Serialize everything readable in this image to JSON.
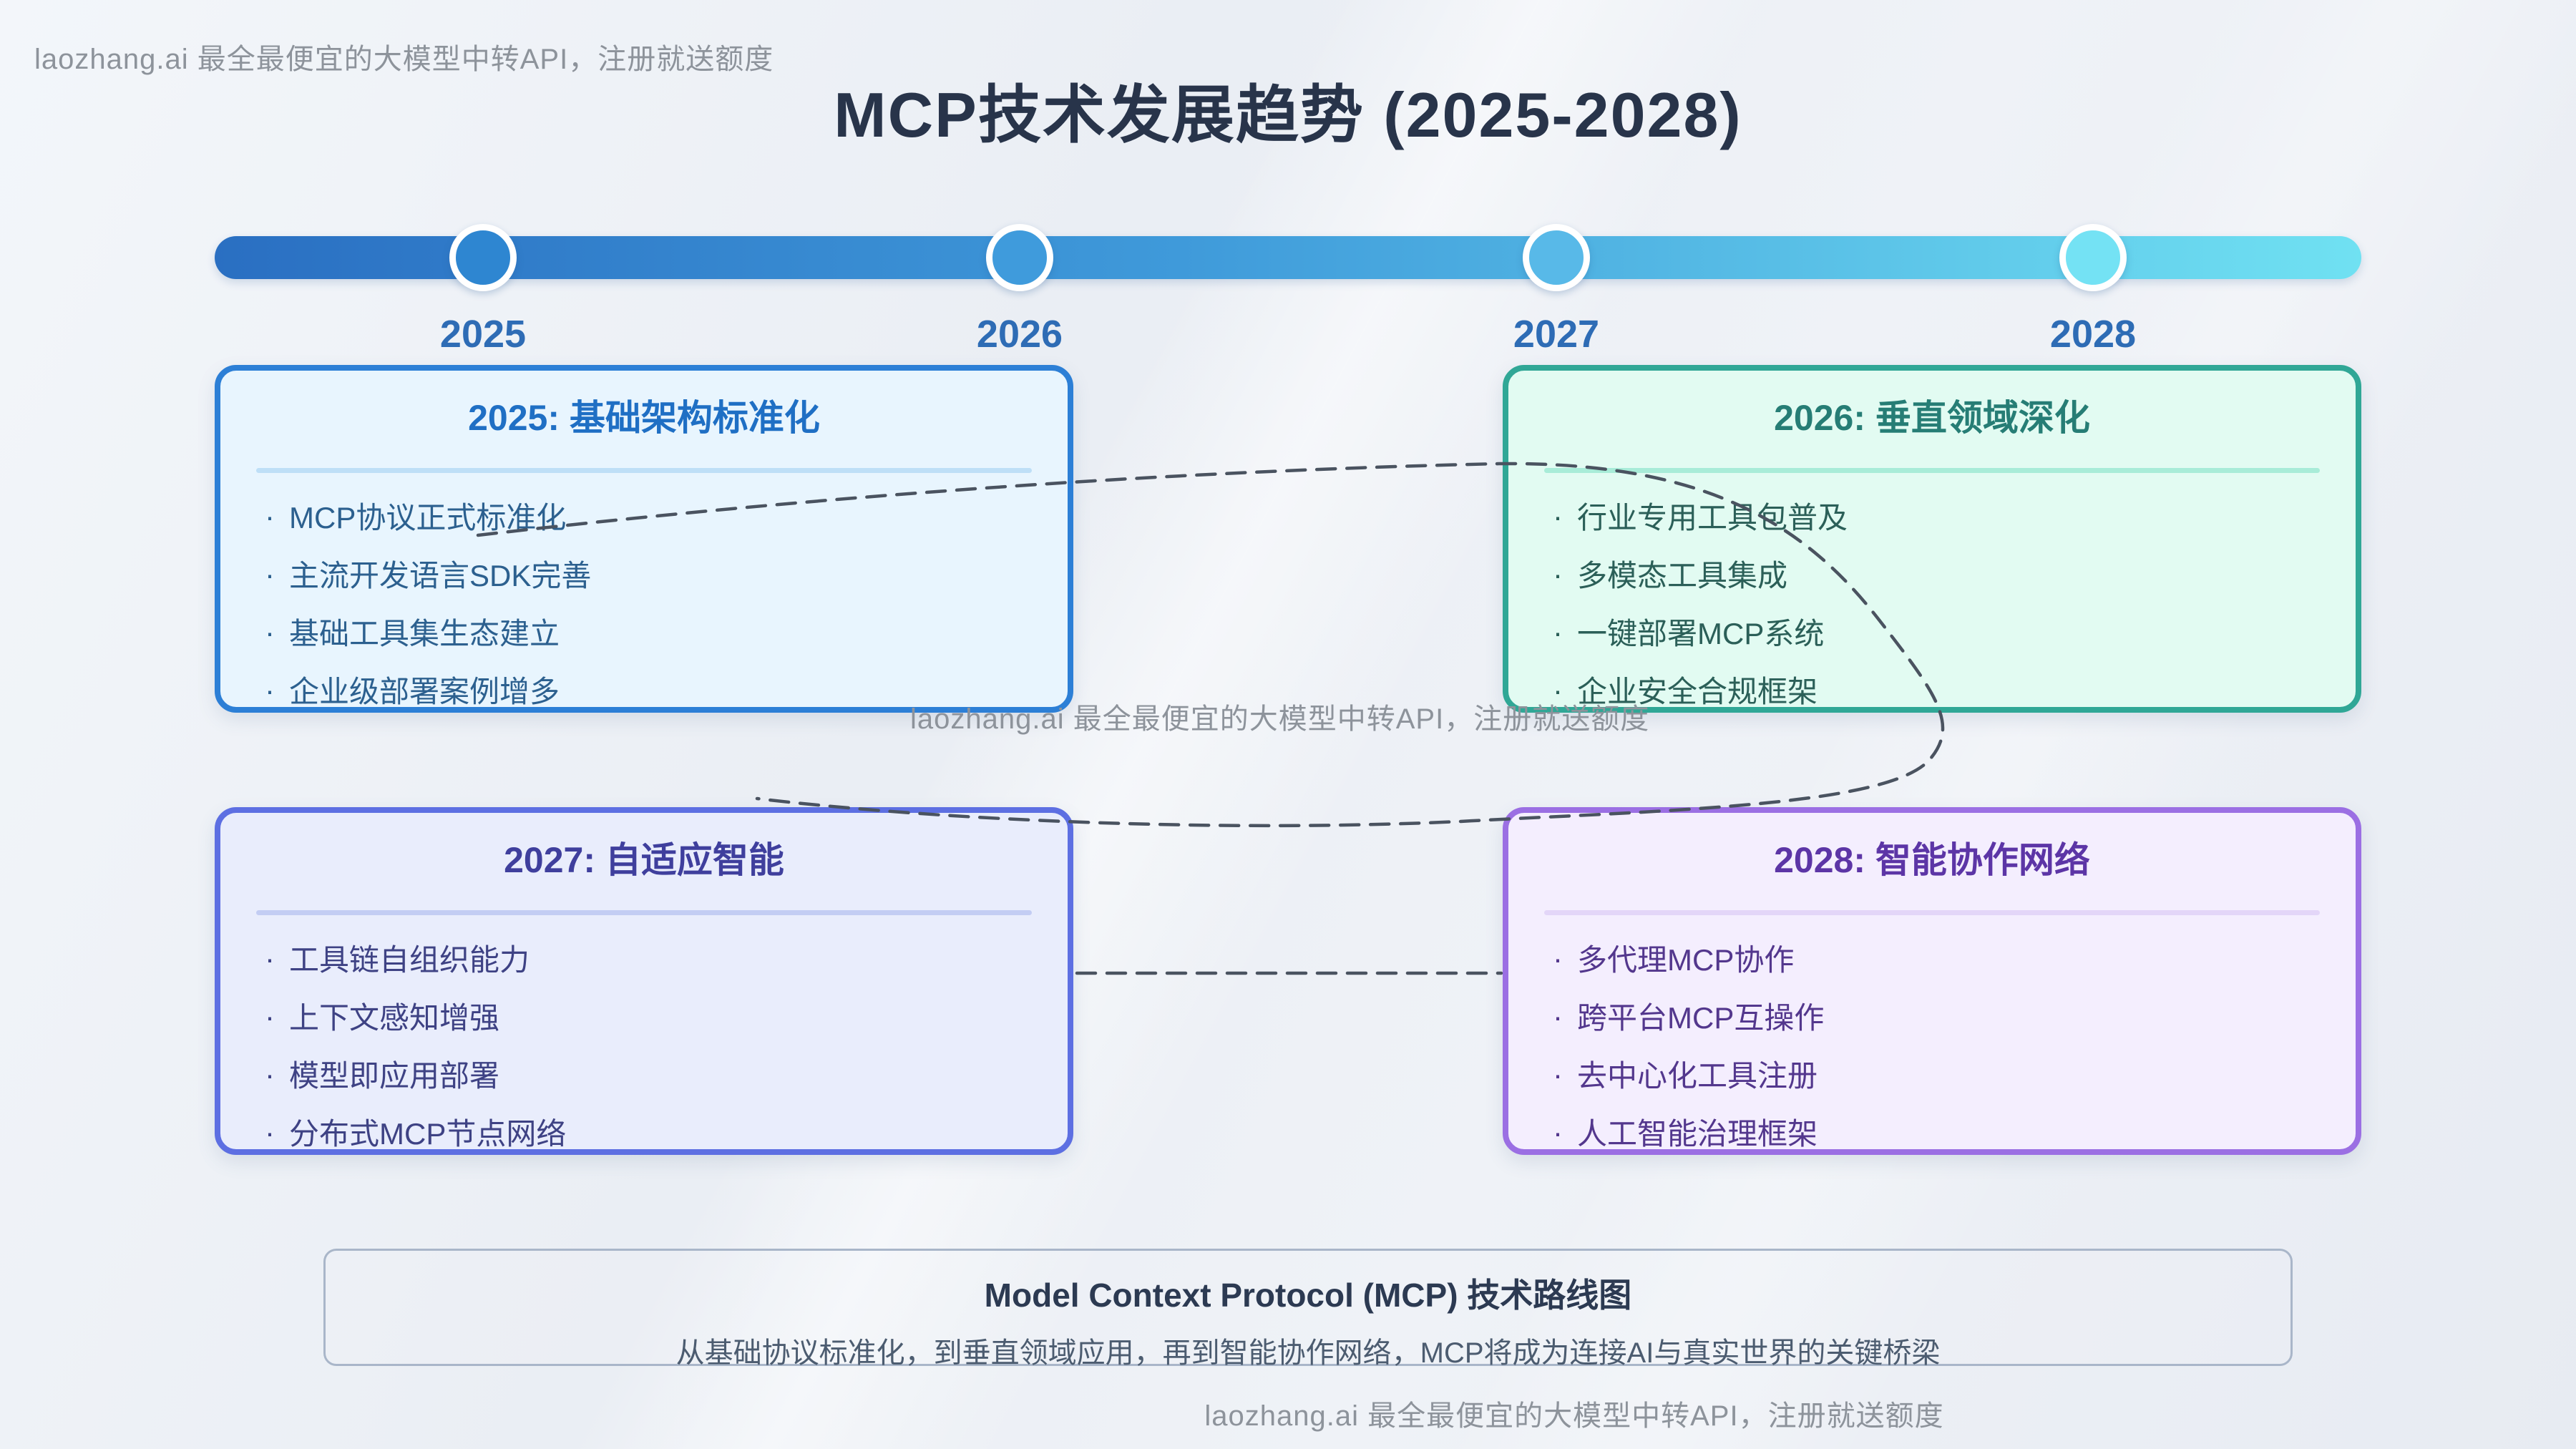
{
  "watermarks": {
    "text": "laozhang.ai 最全最便宜的大模型中转API，注册就送额度"
  },
  "header": {
    "title": "MCP技术发展趋势 (2025-2028)",
    "title_color": "#28344a"
  },
  "timeline": {
    "years": [
      "2025",
      "2026",
      "2027",
      "2028"
    ],
    "bar_gradient": [
      "#2a6fc2",
      "#3f9ada",
      "#70e1f2"
    ],
    "dot_colors": [
      "#2e86d1",
      "#3f9bdc",
      "#58b9e8",
      "#74e2f4"
    ],
    "year_label_color": "#2e6cb5"
  },
  "cards": [
    {
      "title": "2025: 基础架构标准化",
      "items": [
        "MCP协议正式标准化",
        "主流开发语言SDK完善",
        "基础工具集生态建立",
        "企业级部署案例增多"
      ],
      "colors": {
        "bg": "#e8f5fe",
        "border": "#2c7fd6",
        "title": "#1f6fc4",
        "divider": "#bedff7",
        "text": "#2c608f"
      }
    },
    {
      "title": "2026: 垂直领域深化",
      "items": [
        "行业专用工具包普及",
        "多模态工具集成",
        "一键部署MCP系统",
        "企业安全合规框架"
      ],
      "colors": {
        "bg": "#e2fbf2",
        "border": "#30a796",
        "title": "#267d75",
        "divider": "#a8ecd8",
        "text": "#2b5f58"
      }
    },
    {
      "title": "2027: 自适应智能",
      "items": [
        "工具链自组织能力",
        "上下文感知增强",
        "模型即应用部署",
        "分布式MCP节点网络"
      ],
      "colors": {
        "bg": "#e9edfc",
        "border": "#5d6fe2",
        "title": "#3f3f9d",
        "divider": "#c3cdf3",
        "text": "#3e4284"
      }
    },
    {
      "title": "2028: 智能协作网络",
      "items": [
        "多代理MCP协作",
        "跨平台MCP互操作",
        "去中心化工具注册",
        "人工智能治理框架"
      ],
      "colors": {
        "bg": "#f4eefe",
        "border": "#9b6fe3",
        "title": "#5c35a6",
        "divider": "#e3d6f8",
        "text": "#53378d"
      }
    }
  ],
  "footer": {
    "title": "Model Context Protocol (MCP) 技术路线图",
    "subtitle": "从基础协议标准化，到垂直领域应用，再到智能协作网络，MCP将成为连接AI与真实世界的关键桥梁"
  },
  "ui": {
    "bullet": "·",
    "connector_color": "#4a5360"
  }
}
